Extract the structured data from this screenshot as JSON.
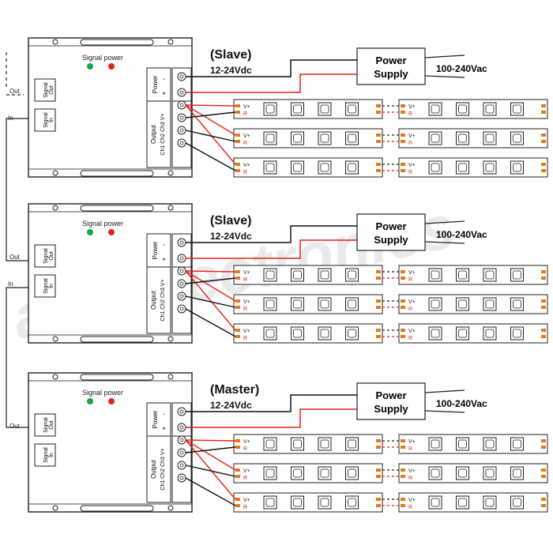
{
  "colors": {
    "wire_red": "#e2231a",
    "wire_black": "#111111",
    "led_green": "#1aa34a",
    "led_red": "#e2231a",
    "pad_orange": "#e07a1f",
    "stroke": "#222222",
    "watermark": "#d8d8d8"
  },
  "watermark": {
    "text": "alfa electronics",
    "mark": "®"
  },
  "controllers": [
    {
      "role": "(Slave)",
      "voltage": "12-24Vdc",
      "signal_power": "Signal power",
      "signal_out": [
        "Signal",
        "Out"
      ],
      "signal_in": [
        "Signal",
        "In"
      ],
      "power_label": "Power",
      "power_minus": "-",
      "power_plus": "+",
      "output_label": "Output",
      "channels_label": "Ch1 Ch2 Ch3 V+",
      "psu": [
        "Power",
        "Supply"
      ],
      "ac": "100-240Vac",
      "left_out": "Out",
      "left_in": "In"
    },
    {
      "role": "(Slave)",
      "voltage": "12-24Vdc",
      "signal_power": "Signal power",
      "signal_out": [
        "Signal",
        "Out"
      ],
      "signal_in": [
        "Signal",
        "In"
      ],
      "power_label": "Power",
      "power_minus": "-",
      "power_plus": "+",
      "output_label": "Output",
      "channels_label": "Ch1 Ch2 Ch3 V+",
      "psu": [
        "Power",
        "Supply"
      ],
      "ac": "100-240Vac",
      "left_out": "Out",
      "left_in": "In"
    },
    {
      "role": "(Master)",
      "voltage": "12-24Vdc",
      "signal_power": "Signal power",
      "signal_out": [
        "Signal",
        "Out"
      ],
      "signal_in": [
        "Signal",
        "In"
      ],
      "power_label": "Power",
      "power_minus": "-",
      "power_plus": "+",
      "output_label": "Output",
      "channels_label": "Ch1 Ch2 Ch3 V+",
      "psu": [
        "Power",
        "Supply"
      ],
      "ac": "100-240Vac",
      "left_out": "Out",
      "left_in": ""
    }
  ],
  "strip_labels": {
    "vplus": "V+",
    "r": "R"
  }
}
